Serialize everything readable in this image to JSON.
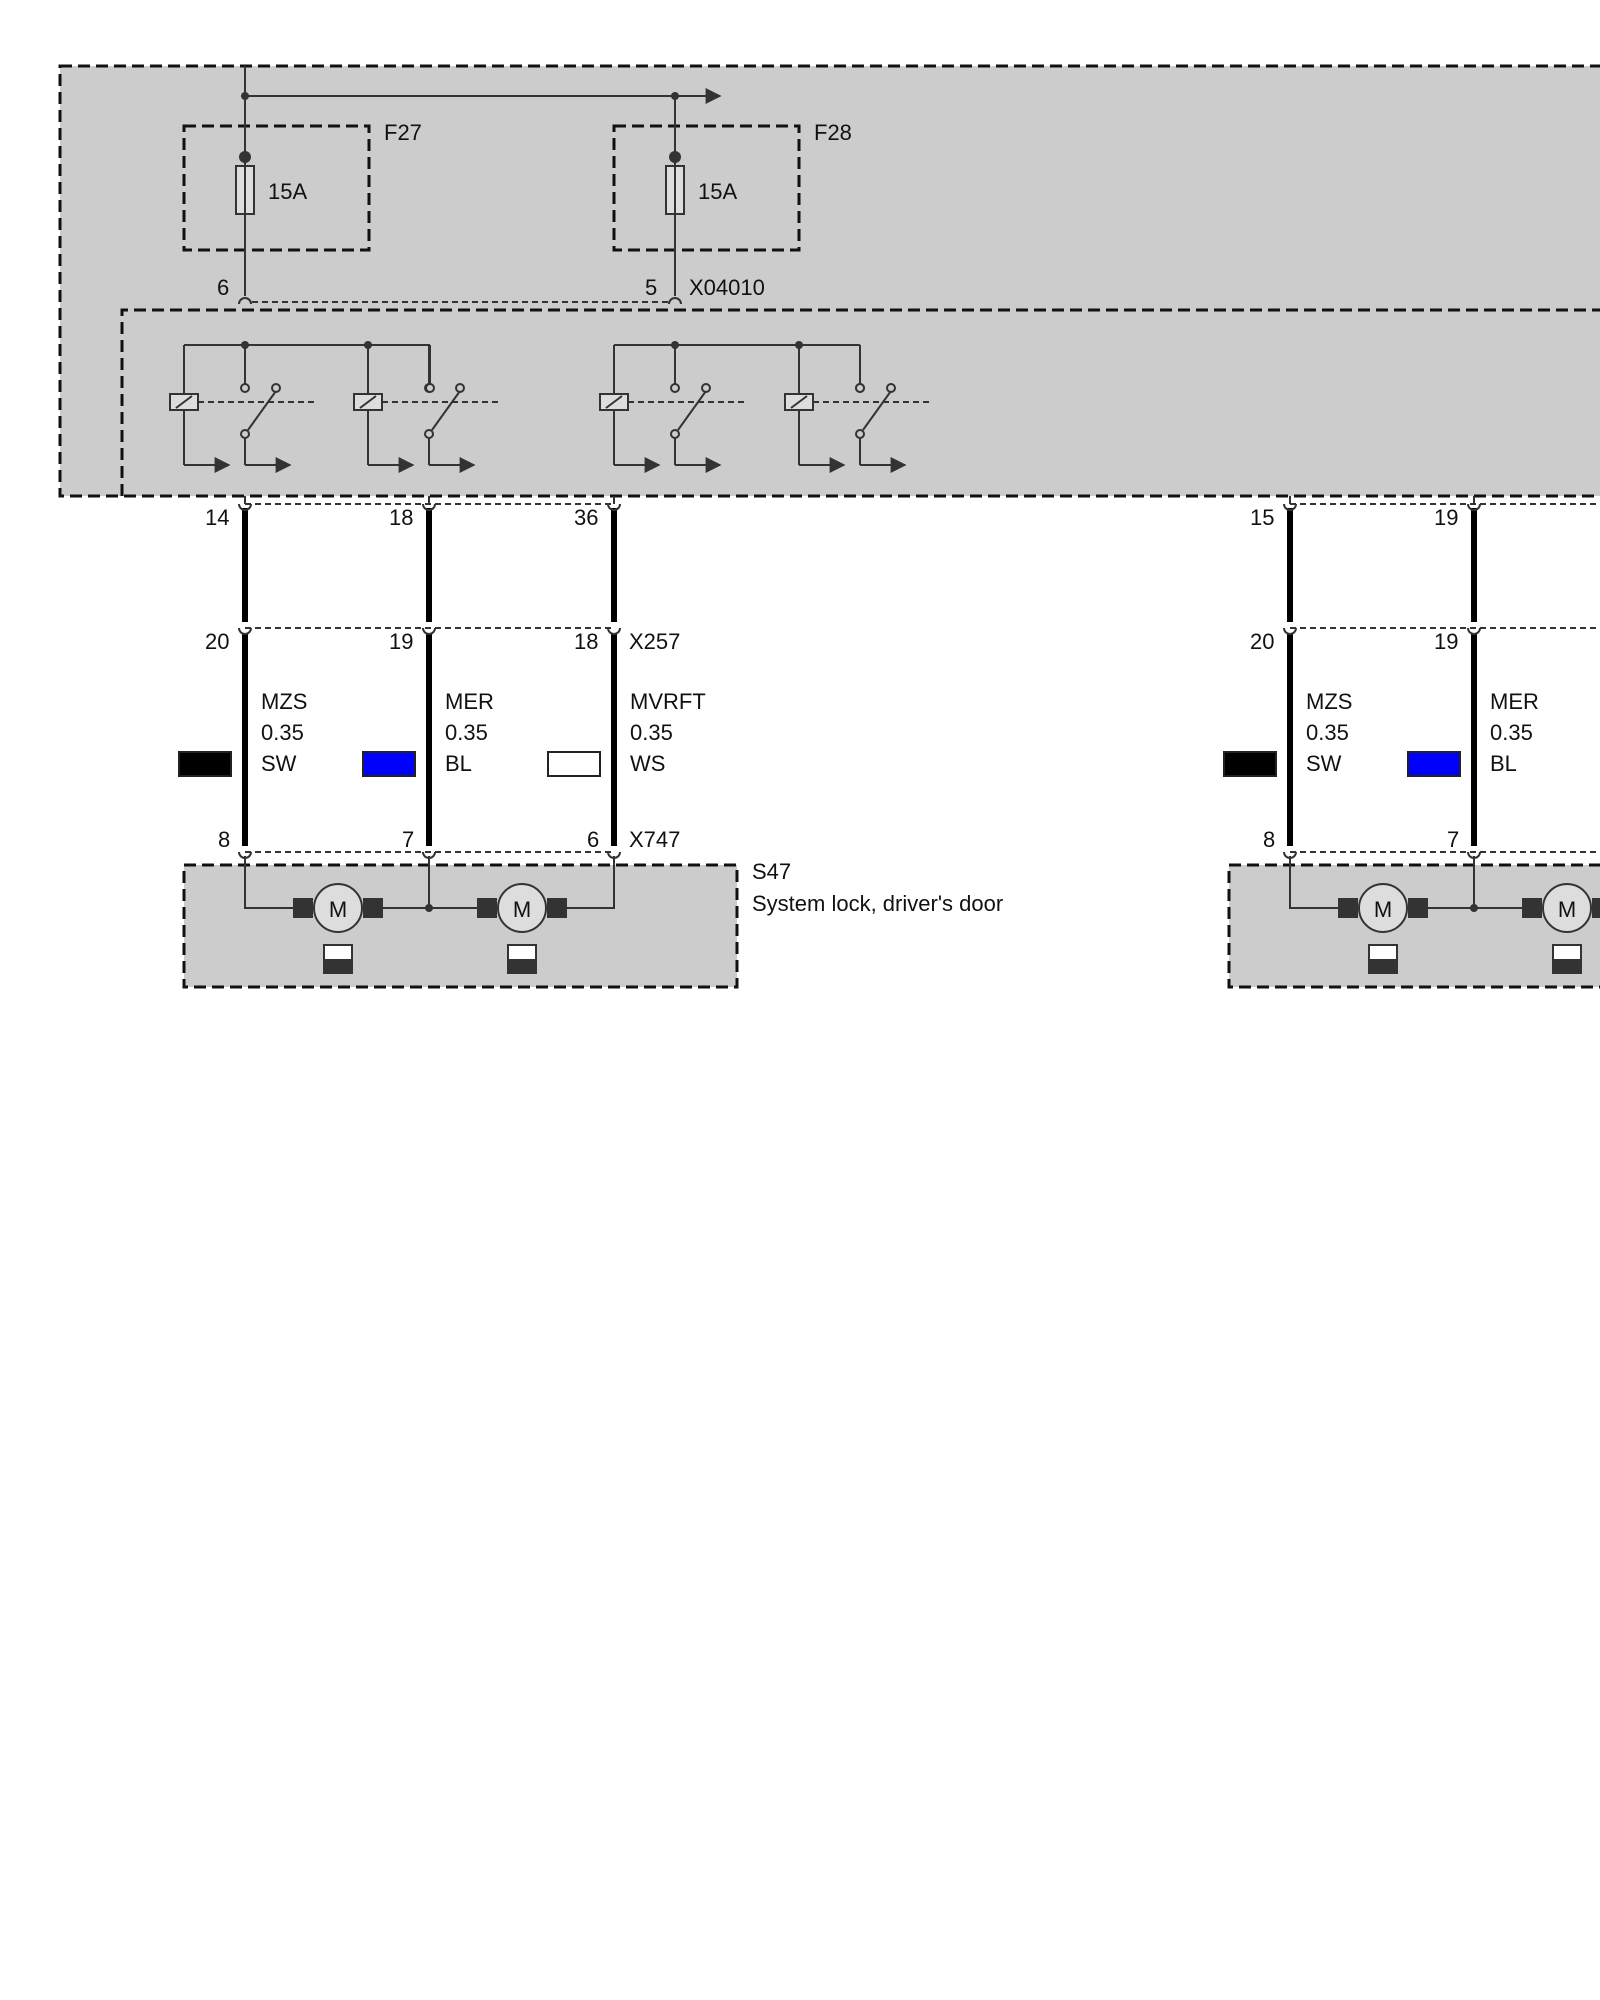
{
  "fuses": [
    {
      "id": "F27",
      "rating": "15A"
    },
    {
      "id": "F28",
      "rating": "15A"
    }
  ],
  "connectors": {
    "fusebox_out": "X04010",
    "fusebox_pins": [
      "6",
      "5"
    ],
    "mid": "X257",
    "motor": "X747"
  },
  "groups": [
    {
      "top_pins": [
        "14",
        "18",
        "36"
      ],
      "mid_pins": [
        "20",
        "19",
        "18"
      ],
      "bottom_pins": [
        "8",
        "7",
        "6"
      ],
      "wires": [
        {
          "name": "MZS",
          "size": "0.35",
          "color_code": "SW",
          "swatch": "#000000"
        },
        {
          "name": "MER",
          "size": "0.35",
          "color_code": "BL",
          "swatch": "#0000ff"
        },
        {
          "name": "MVRFT",
          "size": "0.35",
          "color_code": "WS",
          "swatch": "#ffffff"
        }
      ],
      "component_id": "S47",
      "component_name": "System lock, driver's door"
    },
    {
      "top_pins": [
        "15",
        "19"
      ],
      "mid_pins": [
        "20",
        "19"
      ],
      "bottom_pins": [
        "8",
        "7"
      ],
      "wires": [
        {
          "name": "MZS",
          "size": "0.35",
          "color_code": "SW",
          "swatch": "#000000"
        },
        {
          "name": "MER",
          "size": "0.35",
          "color_code": "BL",
          "swatch": "#0000ff"
        }
      ]
    }
  ],
  "motor_symbol": "M"
}
